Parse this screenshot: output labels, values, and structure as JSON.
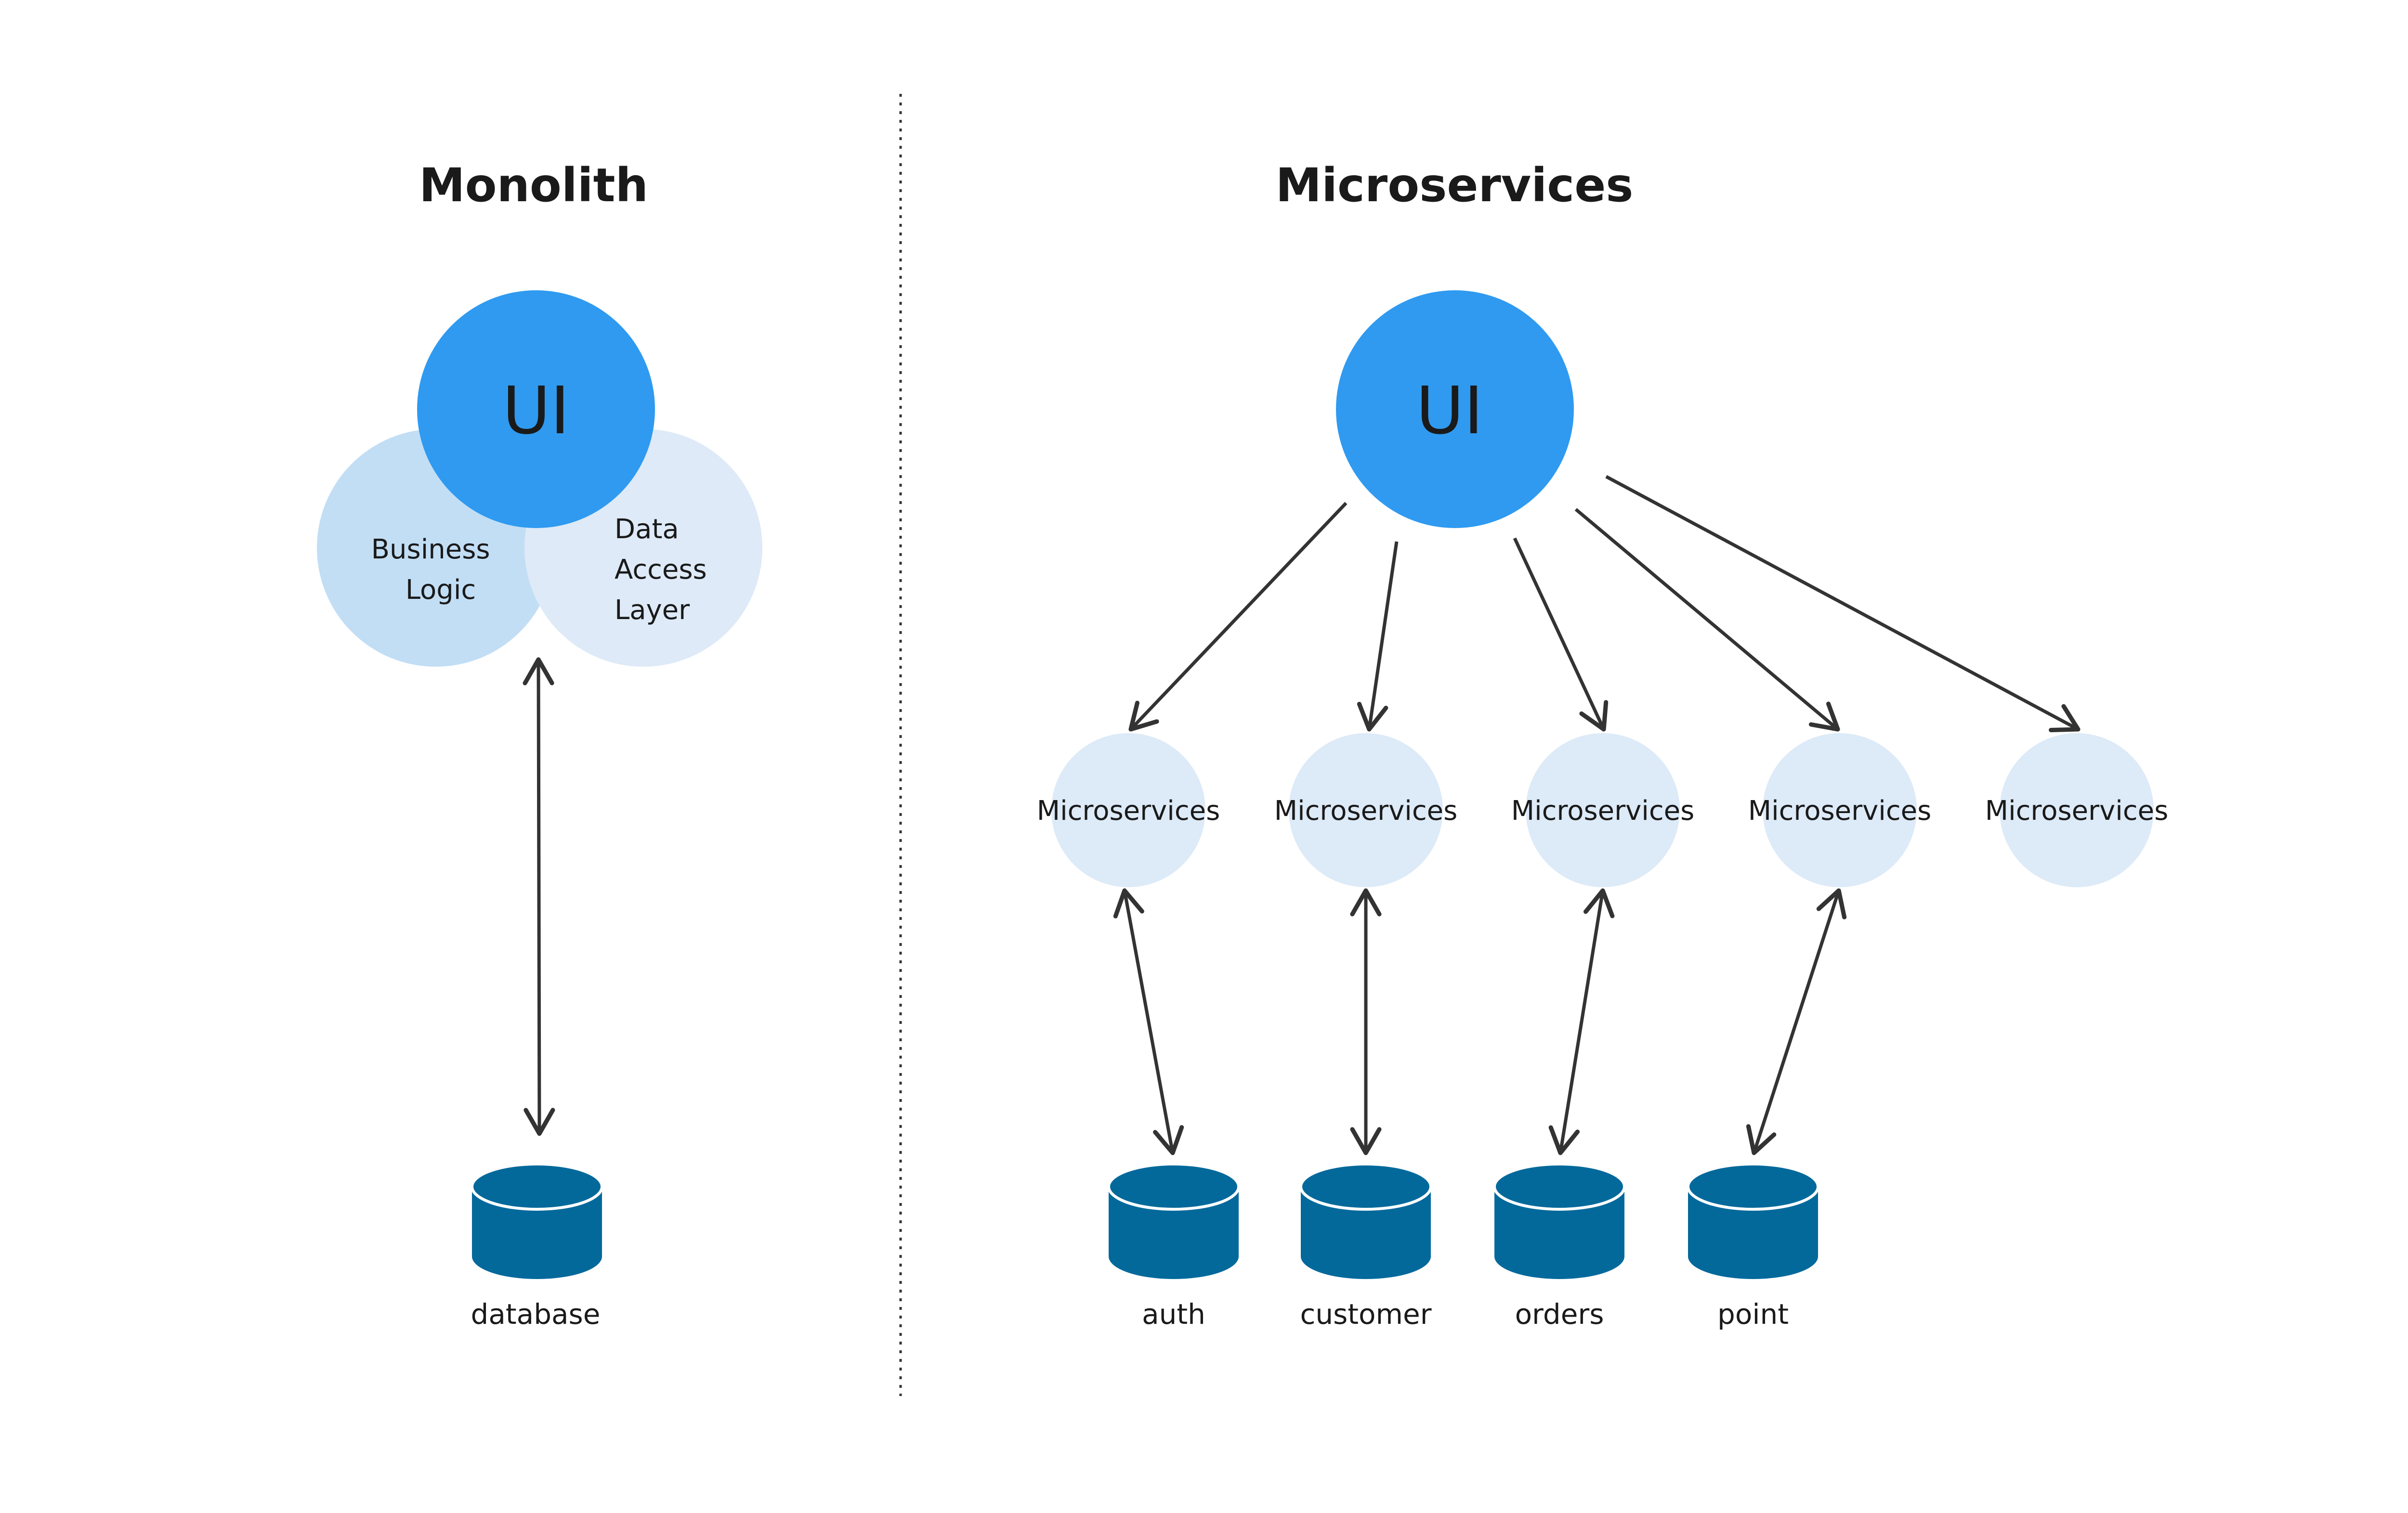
{
  "colors": {
    "ui_circle": "#2f9af0",
    "business_logic_circle": "#c2def5",
    "data_access_circle": "#deeaf7",
    "microservice_circle": "#ddeaf7",
    "database_body": "#03699b",
    "database_rim": "#ffffff",
    "arrow": "#333333",
    "divider": "#333333",
    "text": "#1a1a1a"
  },
  "monolith": {
    "title": "Monolith",
    "ui_label": "UI",
    "business_logic": [
      "Business",
      "Logic"
    ],
    "data_access_layer": [
      "Data",
      "Access",
      "Layer"
    ],
    "database_label": "database"
  },
  "microservices": {
    "title": "Microservices",
    "ui_label": "UI",
    "services": [
      {
        "label": "Microservices"
      },
      {
        "label": "Microservices"
      },
      {
        "label": "Microservices"
      },
      {
        "label": "Microservices"
      },
      {
        "label": "Microservices"
      }
    ],
    "databases": [
      {
        "label": "auth"
      },
      {
        "label": "customer"
      },
      {
        "label": "orders"
      },
      {
        "label": "point"
      }
    ]
  }
}
